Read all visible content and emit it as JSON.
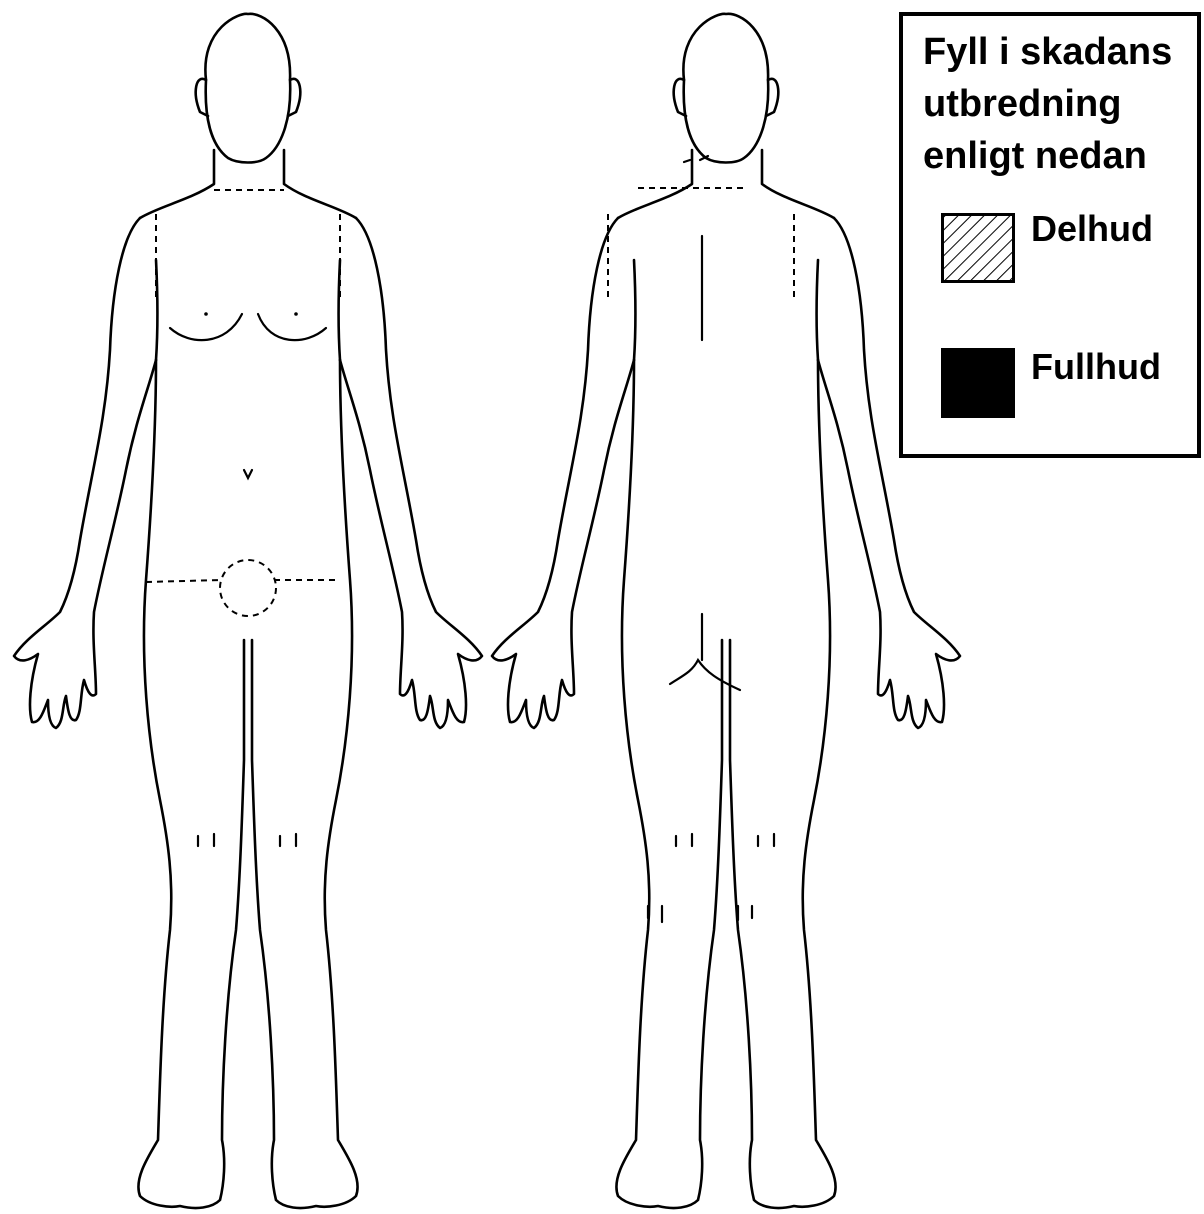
{
  "legend": {
    "title": "Fyll i skadans utbredning enligt nedan",
    "items": [
      {
        "label": "Delhud",
        "pattern": "hatched",
        "color": "#000000"
      },
      {
        "label": "Fullhud",
        "pattern": "solid",
        "color": "#000000"
      }
    ]
  },
  "figures": [
    {
      "view": "front"
    },
    {
      "view": "back"
    }
  ]
}
